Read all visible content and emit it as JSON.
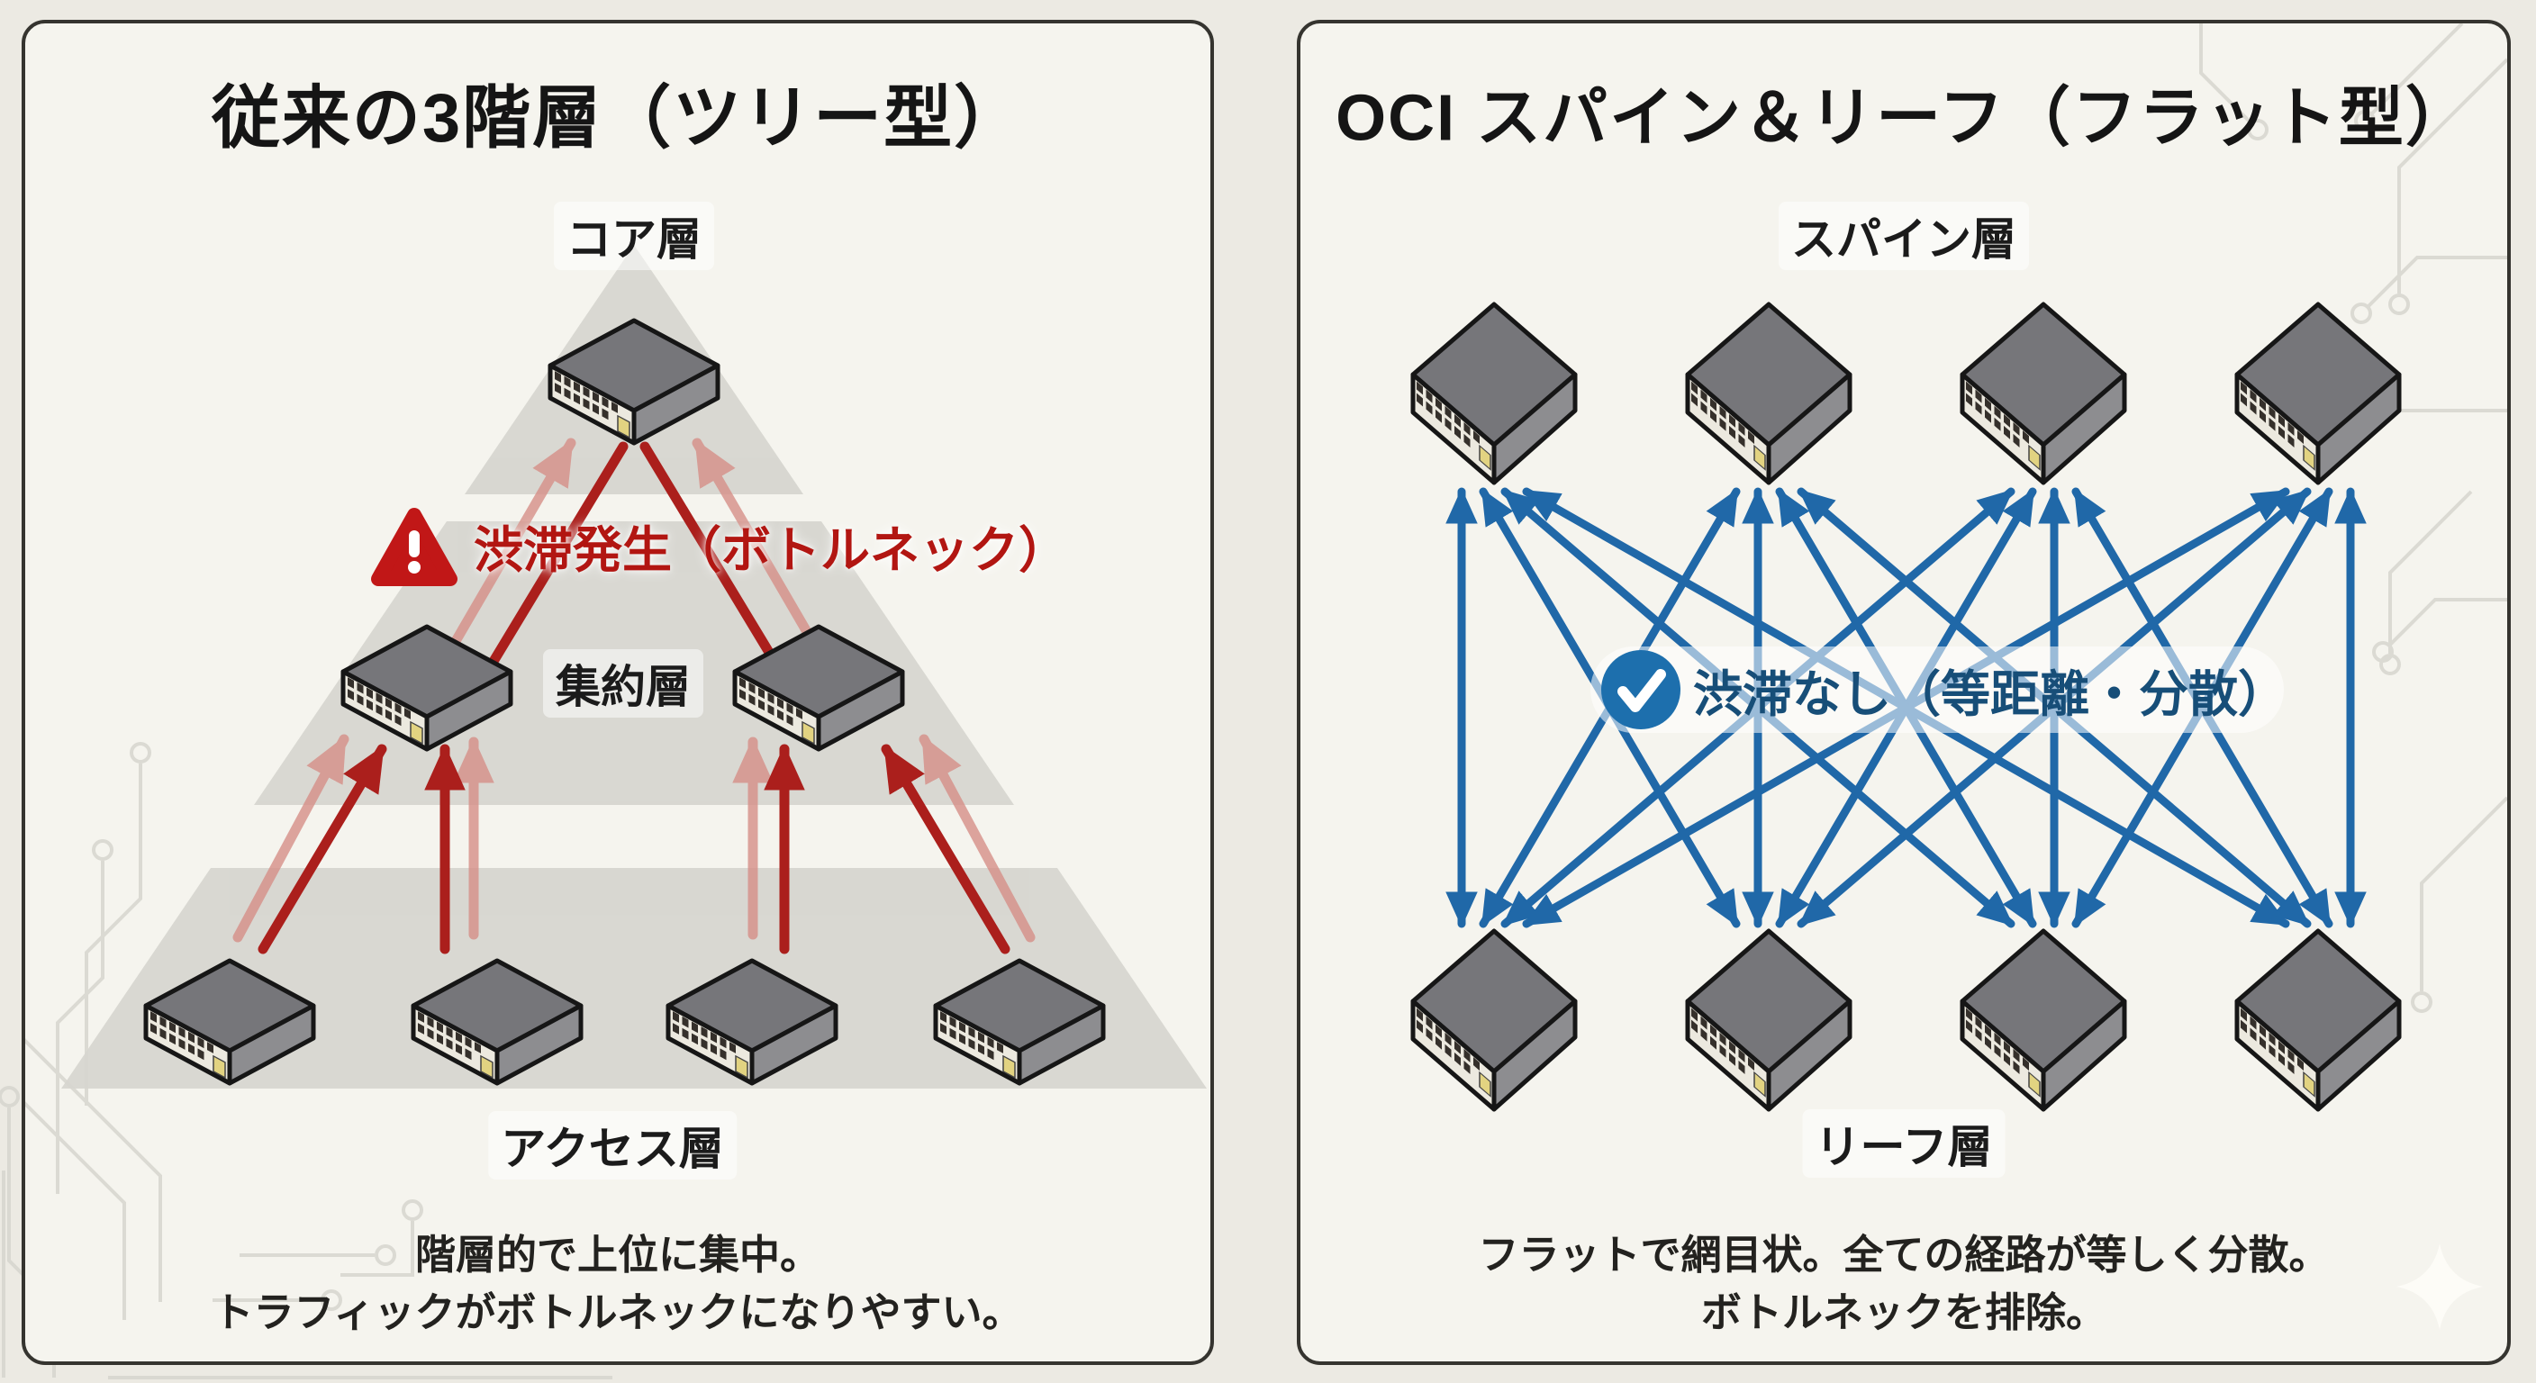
{
  "left_panel": {
    "title": "従来の3階層（ツリー型）",
    "core_label": "コア層",
    "aggregation_label": "集約層",
    "access_label": "アクセス層",
    "warning_label": "渋滞発生（ボトルネック）",
    "caption_line1": "階層的で上位に集中。",
    "caption_line2": "トラフィックがボトルネックになりやすい。"
  },
  "right_panel": {
    "title": "OCI スパイン＆リーフ（フラット型）",
    "spine_label": "スパイン層",
    "leaf_label": "リーフ層",
    "badge_label": "渋滞なし（等距離・分散）",
    "caption_line1": "フラットで網目状。全ての経路が等しく分散。",
    "caption_line2": "ボトルネックを排除。"
  },
  "colors": {
    "page_bg": "#eceae3",
    "panel_bg": "#f5f4ee",
    "panel_border": "#35342f",
    "congestion_red": "#ab1f1c",
    "congestion_pink": "#d68f88",
    "warning_red": "#c11717",
    "warning_text_red": "#b21612",
    "link_blue": "#2068a8",
    "badge_blue": "#1d6fad",
    "badge_text_blue": "#174e78",
    "pyramid_gray": "#d7d6d0",
    "circuit_gray": "#d9d8d1"
  }
}
